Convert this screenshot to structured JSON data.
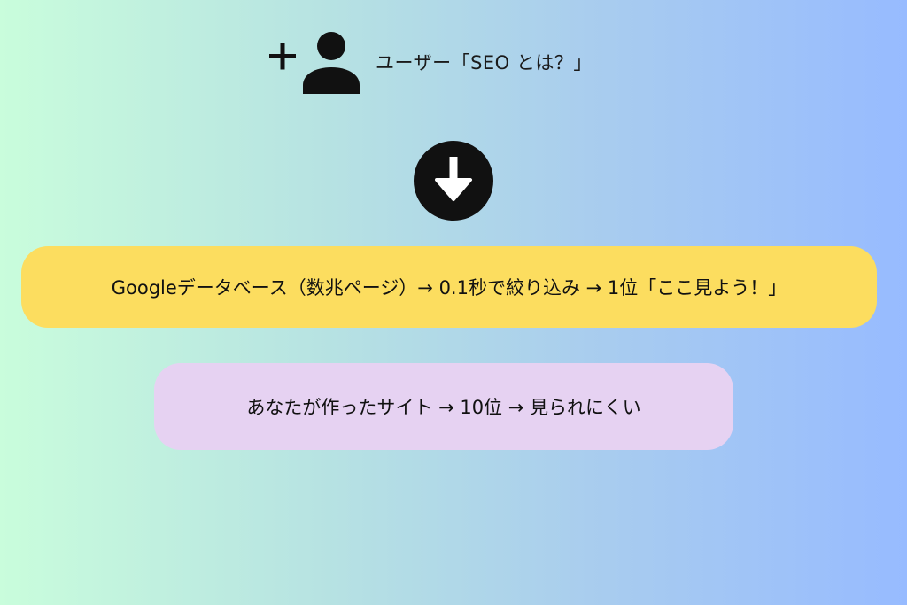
{
  "query_row": {
    "icon": "add-user-icon",
    "text": "ユーザー「SEO とは？」"
  },
  "connector": {
    "icon": "arrow-down-circle-icon"
  },
  "google_step": {
    "text": "Googleデータベース（数兆ページ）→ 0.1秒で絞り込み → 1位「ここ見よう！」",
    "background": "#fcdd5f"
  },
  "site_step": {
    "text": "あなたが作ったサイト → 10位 → 見られにくい",
    "background": "#e6d2f2"
  }
}
